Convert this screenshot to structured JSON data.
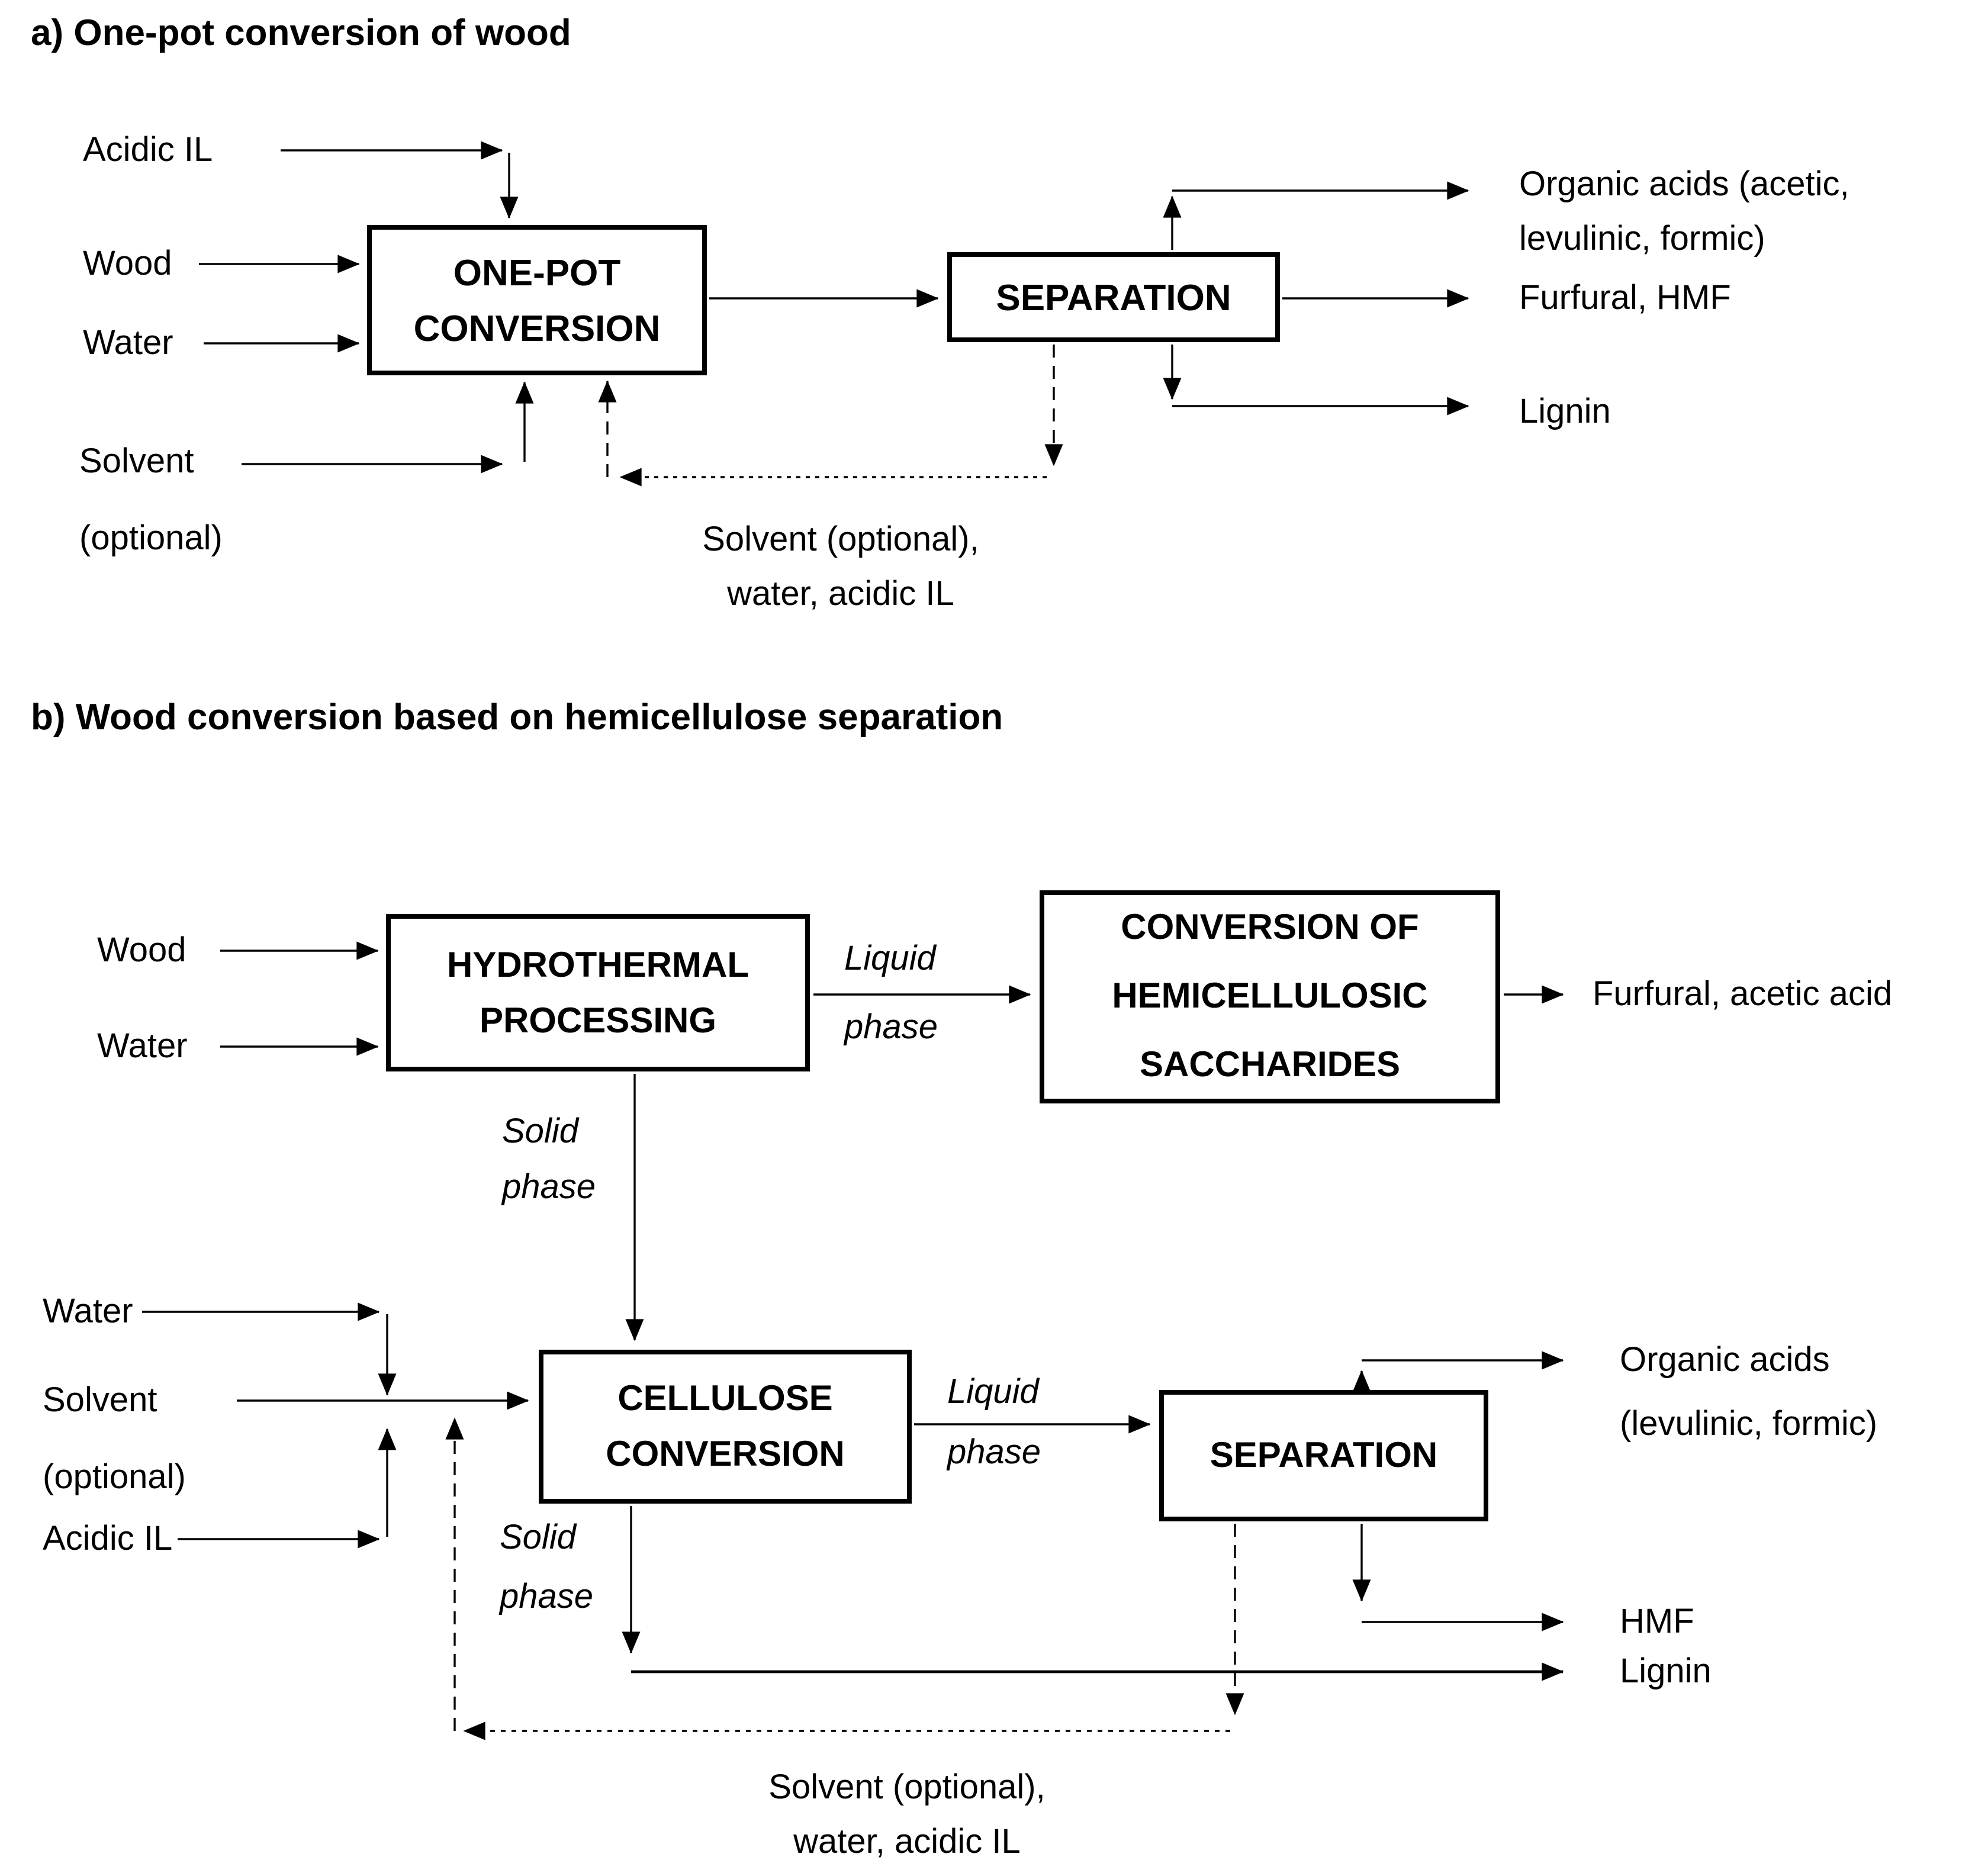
{
  "page": {
    "bg": "#ffffff",
    "ink": "#000000"
  },
  "section_a": {
    "title": "a) One-pot conversion of wood",
    "inputs": {
      "acidic_il": "Acidic IL",
      "wood": "Wood",
      "water": "Water",
      "solvent_l1": "Solvent",
      "solvent_l2": "(optional)"
    },
    "boxes": {
      "one_pot_l1": "ONE-POT",
      "one_pot_l2": "CONVERSION",
      "separation": "SEPARATION"
    },
    "outputs": {
      "organic_acids_l1": "Organic acids (acetic,",
      "organic_acids_l2": "levulinic, formic)",
      "furfural_hmf": "Furfural, HMF",
      "lignin": "Lignin"
    },
    "recycle": {
      "l1": "Solvent (optional),",
      "l2": "water, acidic IL"
    }
  },
  "section_b": {
    "title": "b) Wood conversion based on hemicellulose separation",
    "inputs": {
      "wood": "Wood",
      "water_top": "Water",
      "water_side": "Water",
      "solvent_l1": "Solvent",
      "solvent_l2": "(optional)",
      "acidic_il": "Acidic IL"
    },
    "boxes": {
      "hydrothermal_l1": "HYDROTHERMAL",
      "hydrothermal_l2": "PROCESSING",
      "conversion_l1": "CONVERSION OF",
      "conversion_l2": "HEMICELLULOSIC",
      "conversion_l3": "SACCHARIDES",
      "cellulose_l1": "CELLULOSE",
      "cellulose_l2": "CONVERSION",
      "separation": "SEPARATION"
    },
    "phases": {
      "liquid_top_l1": "Liquid",
      "liquid_top_l2": "phase",
      "solid_top_l1": "Solid",
      "solid_top_l2": "phase",
      "liquid_bottom_l1": "Liquid",
      "liquid_bottom_l2": "phase",
      "solid_bottom_l1": "Solid",
      "solid_bottom_l2": "phase"
    },
    "outputs": {
      "furfural_acetic": "Furfural, acetic acid",
      "organic_acids_l1": "Organic acids",
      "organic_acids_l2": "(levulinic, formic)",
      "hmf": "HMF",
      "lignin": "Lignin"
    },
    "recycle": {
      "l1": "Solvent (optional),",
      "l2": "water, acidic IL"
    }
  }
}
